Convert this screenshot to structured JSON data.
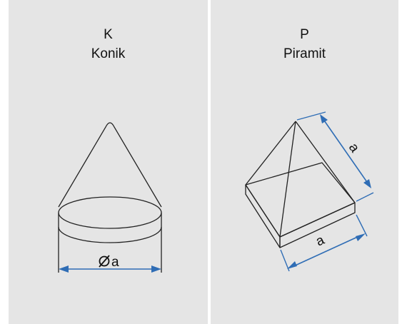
{
  "panels": {
    "konik": {
      "code": "K",
      "name": "Konik",
      "dimension_label": "a"
    },
    "piramit": {
      "code": "P",
      "name": "Piramit",
      "dimension_label_side": "a",
      "dimension_label_base": "a"
    }
  },
  "colors": {
    "background": "#e5e5e5",
    "dimension": "#2f6db5",
    "stroke": "#222222"
  }
}
